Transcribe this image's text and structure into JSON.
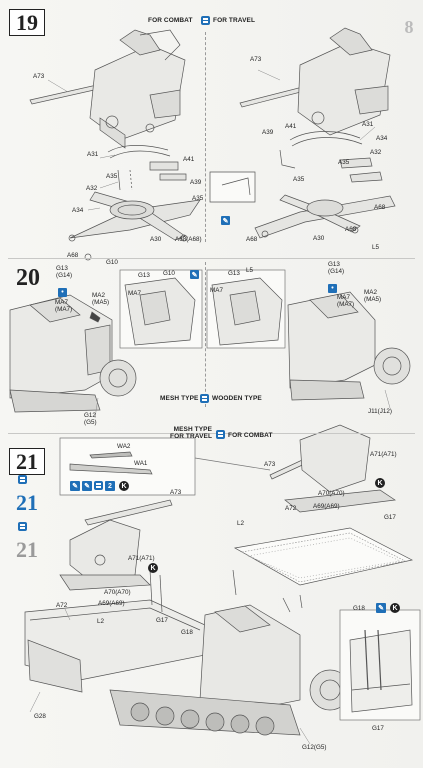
{
  "steps": {
    "s19": "19",
    "s20": "20",
    "s21a": "21",
    "s21b": "21",
    "s21c": "21"
  },
  "headers": {
    "combat_travel": {
      "left": "FOR COMBAT",
      "right": "FOR TRAVEL"
    },
    "mesh_wooden": {
      "left": "MESH TYPE",
      "right": "WOODEN TYPE"
    },
    "travel_combat": {
      "left": "MESH TYPE\nFOR TRAVEL",
      "right": "FOR COMBAT"
    }
  },
  "parts19": {
    "a73l": "A73",
    "a31l": "A31",
    "a35l": "A35",
    "a41l": "A41",
    "a32l": "A32",
    "a39l": "A39",
    "a34l": "A34",
    "a35b": "A35",
    "a30l": "A30",
    "a68l": "A68",
    "a68p": "A68(A68)",
    "a73r": "A73",
    "a39r": "A39",
    "a41r": "A41",
    "a31r": "A31",
    "a34r": "A34",
    "a32r": "A32",
    "a35r": "A35",
    "a35rb": "A35",
    "a68r": "A68",
    "a68rb": "A68",
    "a30r": "A30",
    "a68rc": "A68"
  },
  "parts20": {
    "g10a": "G10",
    "g13a": "G13\n(G14)",
    "ma2a": "MA2\n(MA5)",
    "ma7a": "MA7\n(MA7)",
    "g13b": "G13",
    "g10b": "G10",
    "ma7b": "MA7",
    "g13c": "G13",
    "l5a": "L5",
    "ma7c": "MA7",
    "l5b": "L5",
    "g13d": "G13\n(G14)",
    "ma7d": "MA7\n(MA7)",
    "ma2d": "MA2\n(MA5)",
    "g12": "G12\n(G5)",
    "j11": "J11(J12)"
  },
  "parts21": {
    "wa2": "WA2",
    "wa1": "WA1",
    "a73l": "A73",
    "a71l": "A71(A71)",
    "a70l": "A70(A70)",
    "a69l": "A69(A69)",
    "a72l": "A72",
    "l2l": "L2",
    "g17l": "G17",
    "g18l": "G18",
    "g28": "G28",
    "g12": "G12(G5)",
    "a73r": "A73",
    "a71r": "A71(A71)",
    "a70r": "A70(A70)",
    "a69r": "A69(A69)",
    "a72r": "A72",
    "l2r": "L2",
    "g17r": "G17",
    "g18r": "G18",
    "g17b": "G17"
  },
  "icons": {
    "k": "K",
    "two": "2",
    "page_num": "8"
  }
}
